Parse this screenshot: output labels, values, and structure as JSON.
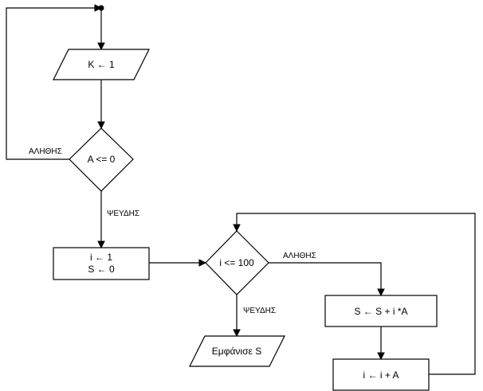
{
  "nodes": {
    "input_k": {
      "text": "K ← 1"
    },
    "decision_a": {
      "text": "A <= 0"
    },
    "process_init": {
      "line1": "i ← 1",
      "line2": "S ← 0"
    },
    "decision_i": {
      "text": "i <= 100"
    },
    "process_sum": {
      "text": "S ← S + i *A"
    },
    "process_inc": {
      "text": "i ← i + A"
    },
    "output_s": {
      "text": "Εμφάνισε S"
    }
  },
  "edges": {
    "a_true_label": "ΑΛΗΘΗΣ",
    "a_false_label": "ΨΕΥΔΗΣ",
    "i_true_label": "ΑΛΗΘΗΣ",
    "i_false_label": "ΨΕΥΔΗΣ"
  }
}
